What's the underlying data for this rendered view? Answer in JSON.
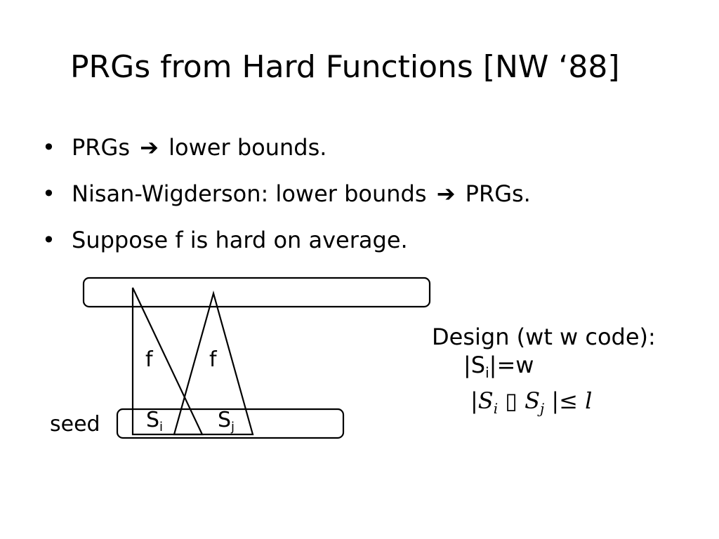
{
  "title": "PRGs from Hard Functions [NW ‘88]",
  "bullets": [
    {
      "before": "PRGs",
      "arrow": "➔",
      "after": "lower bounds."
    },
    {
      "before": "Nisan-Wigderson: lower bounds",
      "arrow": "➔",
      "after": "PRGs."
    },
    {
      "before": "Suppose f is hard on average.",
      "arrow": "",
      "after": ""
    }
  ],
  "bullet_glyph": "•",
  "diagram": {
    "f_left": "f",
    "f_right": "f",
    "s_i_base": "S",
    "s_i_sub": "i",
    "s_j_base": "S",
    "s_j_sub": "j",
    "seed": "seed"
  },
  "design": {
    "heading": "Design (wt w code):",
    "line1_bar_open": "|S",
    "line1_sub": "i",
    "line1_rest": "|=w",
    "line2_bar": "|",
    "line2_s": "S",
    "line2_sub_i": "i",
    "line2_box": "▯",
    "line2_s2": "S",
    "line2_sub_j": "j",
    "line2_bar2": "|",
    "line2_leq": "≤",
    "line2_l": "l"
  }
}
